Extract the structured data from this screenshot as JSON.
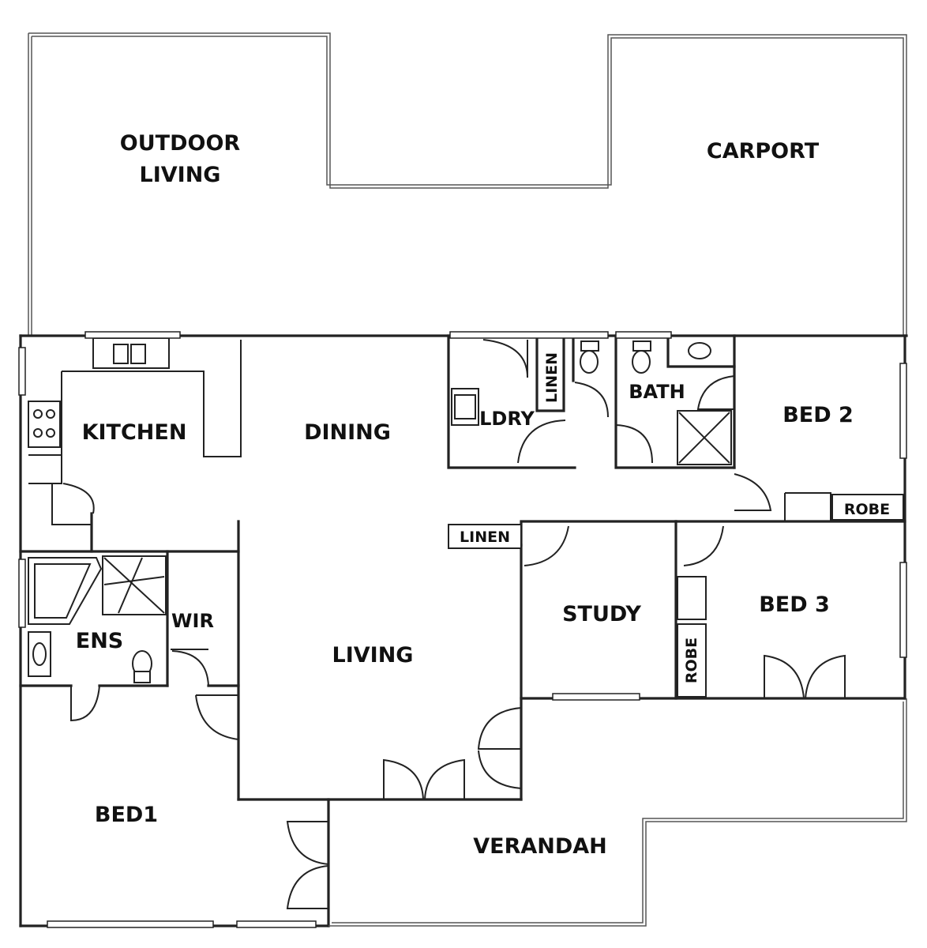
{
  "rooms": {
    "outdoor_living_1": "OUTDOOR",
    "outdoor_living_2": "LIVING",
    "carport": "CARPORT",
    "kitchen": "KITCHEN",
    "dining": "DINING",
    "laundry": "LDRY",
    "linen_laundry": "LINEN",
    "bath": "BATH",
    "bed2": "BED 2",
    "robe_bed2": "ROBE",
    "linen_hall": "LINEN",
    "study": "STUDY",
    "bed3": "BED 3",
    "robe_bed3": "ROBE",
    "ensuite": "ENS",
    "wir": "WIR",
    "living": "LIVING",
    "bed1": "BED1",
    "verandah": "VERANDAH"
  }
}
